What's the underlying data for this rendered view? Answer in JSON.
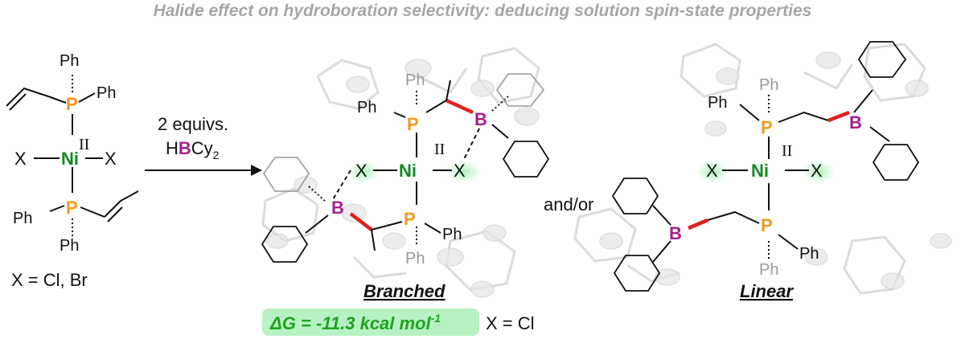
{
  "title": "Halide effect on hydroboration selectivity: deducing solution spin-state properties",
  "reagent": {
    "line1": "2 equivs.",
    "line2_prefix": "H",
    "line2_boron": "B",
    "line2_suffix": "Cy",
    "line2_sub": "2"
  },
  "start": {
    "halide_note": "X = Cl, Br"
  },
  "atoms": {
    "P": "P",
    "Ni": "Ni",
    "B": "B",
    "X": "X",
    "Ph": "Ph",
    "ox": "II"
  },
  "connector": "and/or",
  "branched": {
    "label": "Branched",
    "dg_text": "ΔG = -11.3 kcal mol",
    "dg_sup": "-1",
    "dg_note": "X = Cl"
  },
  "linear": {
    "label": "Linear"
  },
  "colors": {
    "P": "#f39a1c",
    "Ni": "#0f8a1e",
    "B": "#a4208f",
    "bond_new": "#e02020",
    "highlight": "#b7f2c4",
    "title": "#a6a6a6"
  }
}
